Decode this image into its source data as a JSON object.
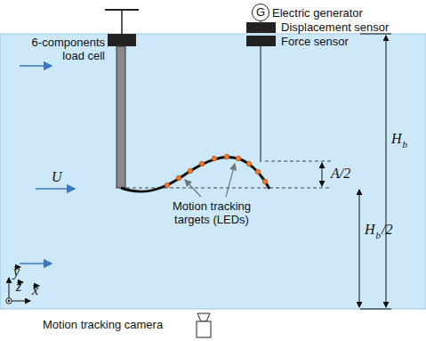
{
  "diagram": {
    "nodes": [
      {
        "text": [
          "G"
        ]
      }
    ],
    "labels": [
      "6-components load cell",
      "Electric generator",
      "Displacement sensor",
      "Force sensor",
      "U",
      "A/2",
      "Motion tracking targets (LEDs)",
      "H",
      "b",
      "H",
      "b",
      "/2",
      "y",
      "z",
      "x",
      "Motion tracking camera"
    ]
  }
}
